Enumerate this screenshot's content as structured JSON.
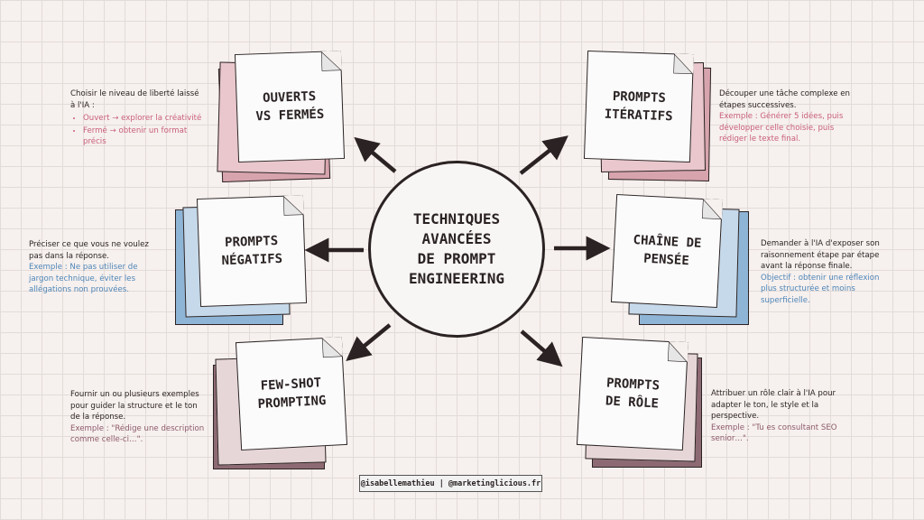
{
  "center": {
    "title": "TECHNIQUES\nAVANCÉES\nDE PROMPT\nENGINEERING"
  },
  "cards": {
    "ouverts": {
      "label": "OUVERTS\nVS FERMÉS"
    },
    "iteratifs": {
      "label": "PROMPTS\nITÉRATIFS"
    },
    "negatifs": {
      "label": "PROMPTS\nNÉGATIFS"
    },
    "chaine": {
      "label": "CHAÎNE DE\nPENSÉE"
    },
    "fewshot": {
      "label": "FEW-SHOT\nPROMPTING"
    },
    "role": {
      "label": "PROMPTS\nDE RÔLE"
    }
  },
  "texts": {
    "ouverts": {
      "intro": "Choisir le niveau de liberté laissé à l'IA :",
      "bullets": [
        "Ouvert → explorer la créativité",
        "Fermé → obtenir un format précis"
      ]
    },
    "iteratifs": {
      "intro": "Découper une tâche complexe en étapes successives.",
      "example": "Exemple : Générer 5 idées, puis développer celle choisie, puis rédiger le texte final."
    },
    "negatifs": {
      "intro": "Préciser ce que vous ne voulez pas dans la réponse.",
      "example": "Exemple : Ne pas utiliser de jargon technique, éviter les allégations non prouvées."
    },
    "chaine": {
      "intro": "Demander à l'IA d'exposer son raisonnement étape par étape avant la réponse finale.",
      "example": "Objectif : obtenir une réflexion plus structurée et moins superficielle."
    },
    "fewshot": {
      "intro": "Fournir un ou plusieurs exemples pour guider la structure et le ton de la réponse.",
      "example": "Exemple : \"Rédige une description comme celle-ci…\"."
    },
    "role": {
      "intro": "Attribuer un rôle clair à l'IA pour adapter le ton, le style et la perspective.",
      "example": "Exemple : \"Tu es consultant SEO senior…\"."
    }
  },
  "footer": {
    "text": "@isabellemathieu | @marketinglicious.fr"
  },
  "colors": {
    "background": "#f6f0ee",
    "pink": "#d69aa4",
    "blue": "#7aa9cf",
    "mauve": "#8d6a73",
    "ink": "#2b2323"
  }
}
